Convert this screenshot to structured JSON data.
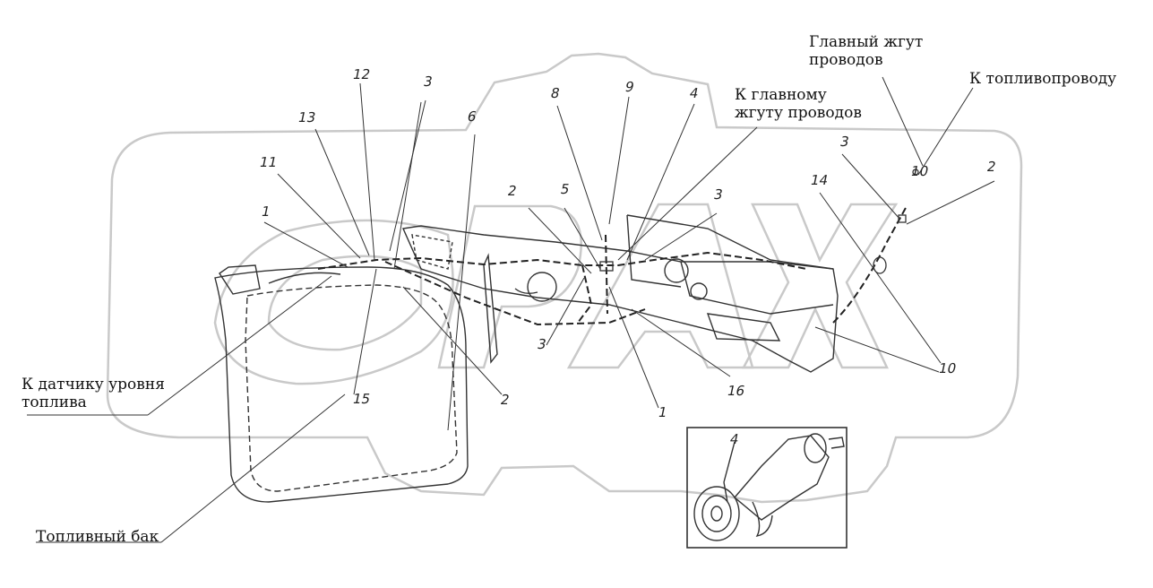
{
  "labels": {
    "main_harness": "Главный жгут\nпроводов",
    "to_fuel_line": "К топливопроводу",
    "to_main_harness": "К главному\nжгуту проводов",
    "to_fuel_level_sensor": "К датчику уровня\nтоплива",
    "fuel_tank": "Топливный бак"
  },
  "callouts": {
    "n12": "12",
    "n3_top": "3",
    "n13": "13",
    "n6": "6",
    "n11": "11",
    "n1_left": "1",
    "n8": "8",
    "n9": "9",
    "n4_top": "4",
    "n2_mid": "2",
    "n5": "5",
    "n3_mid": "3",
    "n3_right": "3",
    "n2_right": "2",
    "n14": "14",
    "n3_low": "3",
    "n2_low": "2",
    "n15": "15",
    "n1_low": "1",
    "n16": "16",
    "n10": "10",
    "n4_inset": "4"
  },
  "watermark": "ORAX",
  "colors": {
    "line": "#333333",
    "watermark": "#c8c8c8"
  }
}
